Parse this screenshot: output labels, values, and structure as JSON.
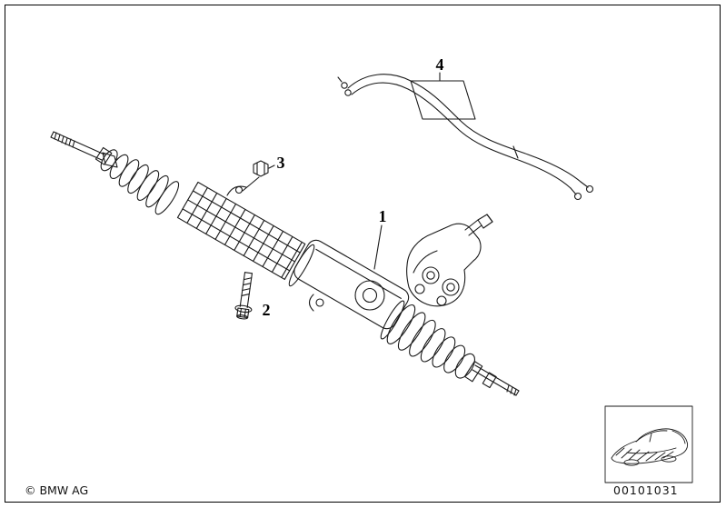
{
  "colors": {
    "background": "#ffffff",
    "line": "#1a1a1a"
  },
  "part_labels": {
    "assembly": "1",
    "bolt": "2",
    "nut": "3",
    "pipes": "4"
  },
  "footer": {
    "copyright": "© BMW AG",
    "drawing_number": "00101031"
  },
  "icons": {
    "car": "car-silhouette-icon"
  }
}
